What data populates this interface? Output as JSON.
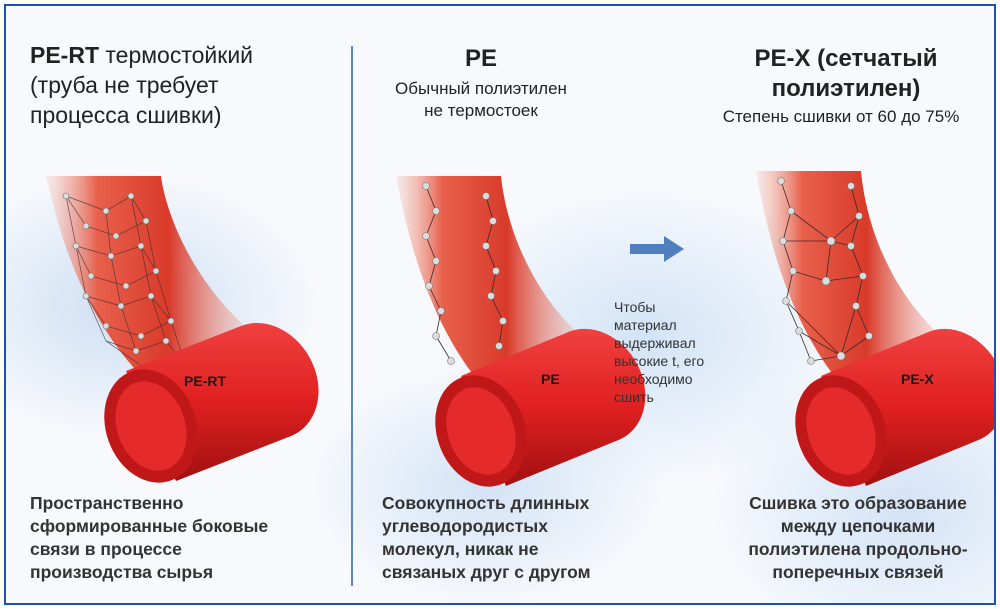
{
  "panels": {
    "pert": {
      "title_bold": "PE-RT",
      "title_rest": " термостойкий",
      "title_line2": "(труба не требует",
      "title_line3": "процесса сшивки)",
      "pipe_label": "PE-RT",
      "caption": [
        "Пространственно",
        "сформированные боковые",
        "связи в процессе",
        "производства сырья"
      ]
    },
    "pe": {
      "title": "PE",
      "subtitle": [
        "Обычный полиэтилен",
        "не термостоек"
      ],
      "pipe_label": "PE",
      "caption": [
        "Совокупность длинных",
        "углеводородистых",
        "молекул, никак не",
        "связаных  друг с другом"
      ]
    },
    "pex": {
      "title": [
        "PE-X (сетчатый",
        "полиэтилен)"
      ],
      "subtitle": "Степень сшивки от 60 до 75%",
      "pipe_label": "PE-X",
      "caption": [
        "Сшивка это образование",
        "между  цепочками",
        "полиэтилена продольно-",
        "поперечных связей"
      ]
    }
  },
  "note": [
    "Чтобы",
    "материал",
    "выдерживал",
    "высокие t, его",
    "необходимо",
    "сшить"
  ],
  "colors": {
    "frame": "#1e50b4",
    "divider": "#5f86be",
    "pipe_red": "#e02020",
    "pipe_dark": "#a01010",
    "arrow": "#4f7fbf"
  }
}
